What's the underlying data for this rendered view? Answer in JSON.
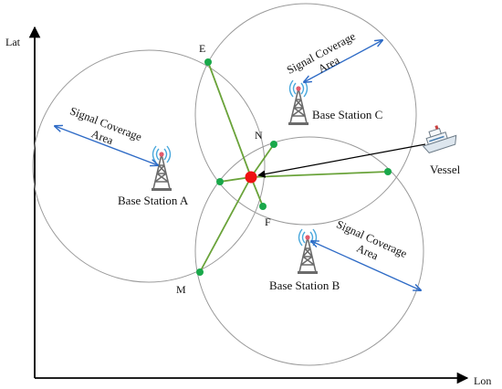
{
  "axes": {
    "x_label": "Lon",
    "y_label": "Lat"
  },
  "coverage_label": [
    "Signal Coverage",
    "Area"
  ],
  "stations": {
    "a": {
      "name": "Base Station A"
    },
    "b": {
      "name": "Base Station B"
    },
    "c": {
      "name": "Base Station C"
    }
  },
  "points": {
    "e": "E",
    "n": "N",
    "f": "F",
    "m": "M"
  },
  "vessel": {
    "label": "Vessel"
  },
  "colors": {
    "axis": "#000000",
    "circle": "#9a9a9a",
    "link": "#6aa33a",
    "node": "#19a84a",
    "target": "#ee1111",
    "arrow": "#2e6bc6",
    "tower": "#6b6b6b",
    "signal": "#4aa8dc"
  }
}
